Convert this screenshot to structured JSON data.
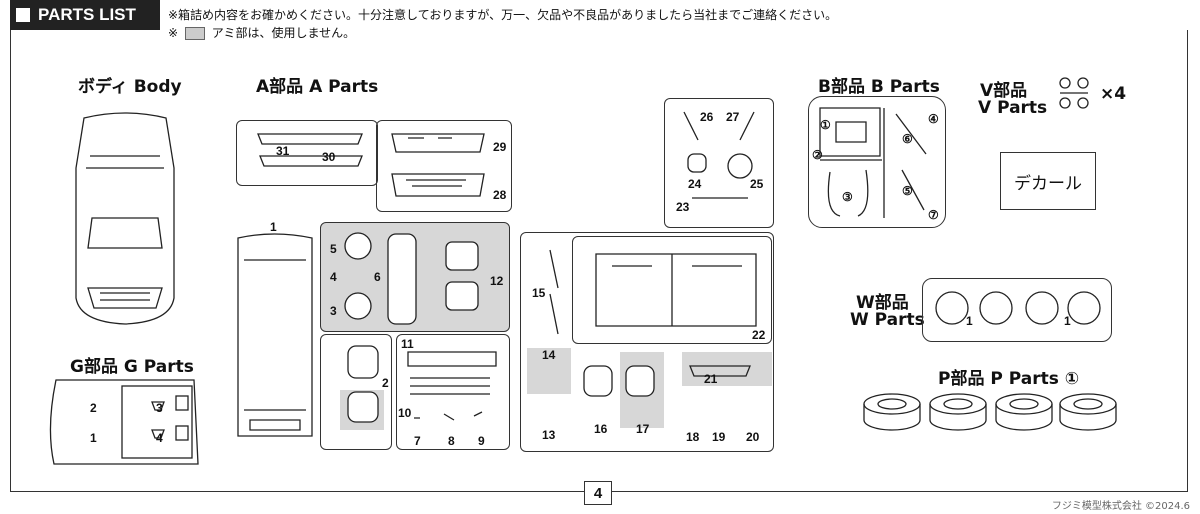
{
  "header": {
    "title": "PARTS LIST"
  },
  "notes": {
    "line1": "※箱詰め内容をお確かめください。十分注意しておりますが、万一、欠品や不良品がありましたら当社までご連絡ください。",
    "line2_prefix": "※",
    "line2_suffix": "アミ部は、使用しません。"
  },
  "groups": {
    "body": "ボディ Body",
    "g": "G部品 G Parts",
    "a": "A部品 A Parts",
    "b": "B部品 B Parts",
    "v1": "V部品",
    "v2": "V Parts",
    "v_qty": "×4",
    "decal": "デカール",
    "w1": "W部品",
    "w2": "W Parts",
    "p": "P部品 P Parts ①"
  },
  "numbers": {
    "a1": "1",
    "a2": "2",
    "a3": "3",
    "a4": "4",
    "a5": "5",
    "a6": "6",
    "a7": "7",
    "a8": "8",
    "a9": "9",
    "a10": "10",
    "a11": "11",
    "a12": "12",
    "a13": "13",
    "a14": "14",
    "a15": "15",
    "a16": "16",
    "a17": "17",
    "a18": "18",
    "a19": "19",
    "a20": "20",
    "a21": "21",
    "a22": "22",
    "a23": "23",
    "a24": "24",
    "a25": "25",
    "a26": "26",
    "a27": "27",
    "a28": "28",
    "a29": "29",
    "a30": "30",
    "a31": "31",
    "g1": "1",
    "g2": "2",
    "g3": "3",
    "g4": "4",
    "b1": "①",
    "b2": "②",
    "b3": "③",
    "b4": "④",
    "b5": "⑤",
    "b6": "⑥",
    "b7": "⑦",
    "w1": "1",
    "w2": "1"
  },
  "page": {
    "number": "4"
  },
  "copyright": "フジミ模型株式会社 ©2024.6"
}
